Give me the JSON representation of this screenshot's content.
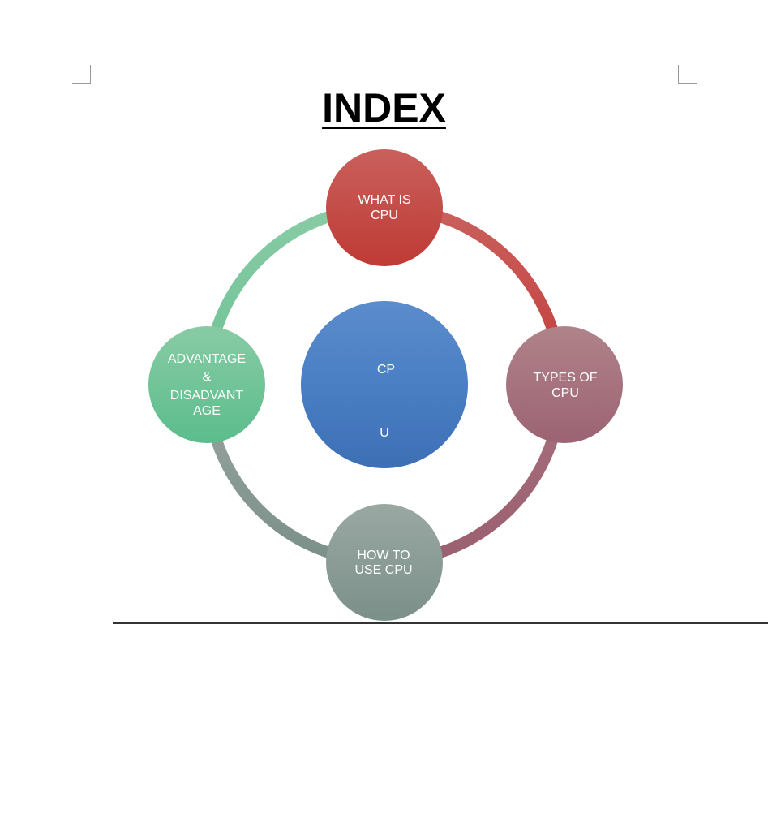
{
  "title": "INDEX",
  "center": {
    "lines": [
      "CP",
      "U"
    ],
    "color": "#4a7fc4"
  },
  "nodes": [
    {
      "id": "top",
      "lines": [
        "WHAT IS",
        "CPU"
      ],
      "color_top": "#c9605c",
      "color_bottom": "#bf3a35"
    },
    {
      "id": "right",
      "lines": [
        "TYPES OF",
        "CPU"
      ],
      "color_top": "#b0838a",
      "color_bottom": "#9c6373"
    },
    {
      "id": "bottom",
      "lines": [
        "HOW TO",
        "USE CPU"
      ],
      "color_top": "#9aa8a2",
      "color_bottom": "#7b9089"
    },
    {
      "id": "left",
      "lines": [
        "ADVANTAGE",
        "&",
        "DISADVANT",
        "AGE"
      ],
      "color_top": "#88cba5",
      "color_bottom": "#5bbd8b"
    }
  ]
}
